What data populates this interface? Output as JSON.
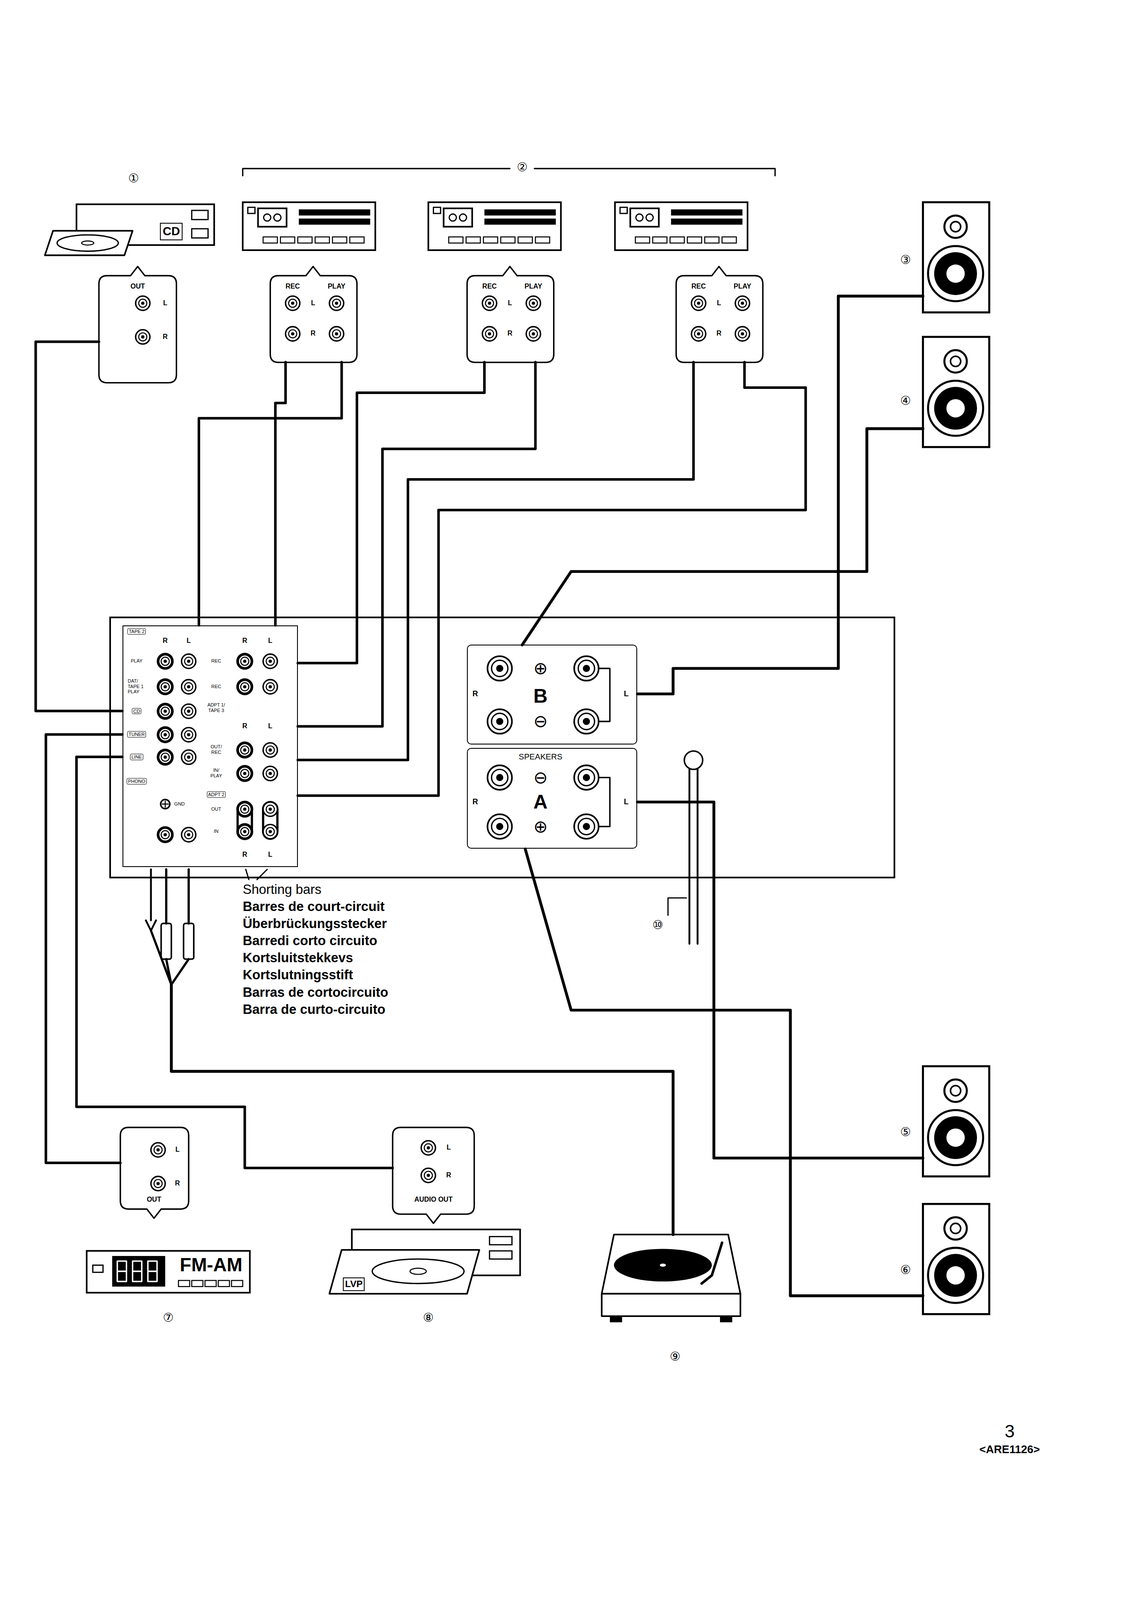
{
  "diagram": {
    "nodes": [
      {
        "text": [
          "CD"
        ]
      },
      {
        "text": [
          "OUT",
          "L",
          "R"
        ]
      },
      {
        "text": [
          "REC",
          "PLAY",
          "L",
          "R"
        ]
      },
      {
        "text": [
          "REC",
          "PLAY",
          "L",
          "R"
        ]
      },
      {
        "text": [
          "REC",
          "PLAY",
          "L",
          "R"
        ]
      },
      {
        "text": [
          "TAPE 2",
          "R",
          "L",
          "R",
          "L",
          "PLAY",
          "REC",
          "DAT/ TAPE 1 PLAY",
          "REC",
          "CD",
          "ADPT 1/ TAPE 3",
          "R",
          "L",
          "TUNER",
          "OUT/ REC",
          "LINE",
          "IN/ PLAY",
          "PHONO",
          "ADPT 2",
          "GND",
          "OUT",
          "IN",
          "R",
          "L"
        ]
      },
      {
        "text": [
          "R",
          "⊕",
          "B",
          "⊖",
          "L"
        ]
      },
      {
        "text": [
          "SPEAKERS",
          "R",
          "⊖",
          "A",
          "⊕",
          "L"
        ]
      },
      {
        "text": [
          "L",
          "R",
          "OUT"
        ]
      },
      {
        "text": [
          "FM-AM"
        ]
      },
      {
        "text": [
          "L",
          "R",
          "AUDIO OUT"
        ]
      },
      {
        "text": [
          "LVP"
        ]
      }
    ],
    "edges": [
      {
        "from": 1,
        "to": 5,
        "arrow": "none"
      },
      {
        "from": 2,
        "to": 5,
        "arrow": "none"
      },
      {
        "from": 2,
        "to": 5,
        "arrow": "none"
      },
      {
        "from": 3,
        "to": 5,
        "arrow": "none"
      },
      {
        "from": 3,
        "to": 5,
        "arrow": "none"
      },
      {
        "from": 4,
        "to": 5,
        "arrow": "none"
      },
      {
        "from": 4,
        "to": 5,
        "arrow": "none"
      },
      {
        "from": 8,
        "to": 5,
        "arrow": "none"
      },
      {
        "from": 10,
        "to": 5,
        "arrow": "none"
      }
    ],
    "labels": [
      "①",
      "②",
      "③",
      "④",
      "Shorting bars",
      "Barres de court-circuit",
      "Überbrückungsstecker",
      "Barredi corto circuito",
      "Kortsluitstekkevs",
      "Kortslutningsstift",
      "Barras de cortocircuito",
      "Barra de curto-circuito",
      "⑩",
      "⑤",
      "⑥",
      "⑦",
      "⑧",
      "⑨",
      "3",
      "<ARE1126>"
    ]
  }
}
